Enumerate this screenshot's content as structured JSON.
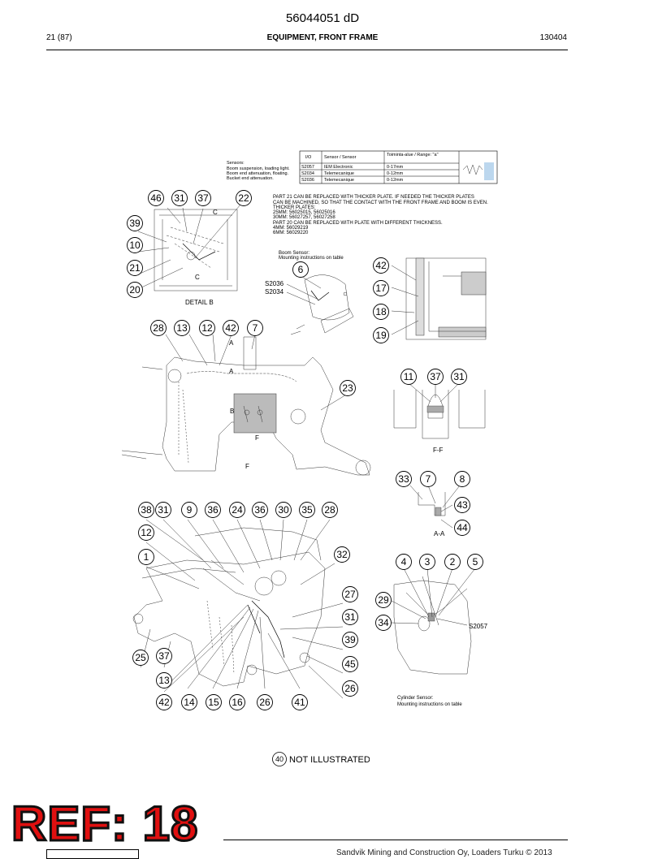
{
  "header": {
    "doc_number": "56044051 dD",
    "page_ref": "21 (87)",
    "section_title": "EQUIPMENT, FRONT FRAME",
    "date_code": "130404"
  },
  "sensor_table": {
    "sensors_note": [
      "Sensors:",
      "Boom suspension, loading light.",
      "Boom end attenuation, floating.",
      "Bucket end attenuation."
    ],
    "columns": [
      "I/O",
      "Sensor / Sensor",
      "Toiminta-alue / Range: \"a\""
    ],
    "rows": [
      [
        "S2057",
        "IEM Electronic",
        "0-17mm"
      ],
      [
        "S2034",
        "Telemecanique",
        "0-12mm"
      ],
      [
        "S2036",
        "Telemecanique",
        "0-12mm"
      ]
    ]
  },
  "notes": [
    "PART 21 CAN BE REPLACED WITH THICKER PLATE. IF NEEDED THE THICKER PLATES",
    "CAN BE MACHINED, SO THAT THE CONTACT WITH THE FRONT FRAME AND BOOM IS EVEN.",
    "THICKER PLATES:",
    "25MM: 56025015, 56025016",
    "30MM: 56027257, 56027258",
    "PART 20 CAN BE REPLACED WITH PLATE WITH DIFFERENT THICKNESS.",
    "4MM: 56029219",
    "6MM: 56029220"
  ],
  "labels": {
    "detail_b": "DETAIL B",
    "boom_sensor": [
      "Boom Sensor:",
      "Mounting instructions on table"
    ],
    "cylinder_sensor": [
      "Cylinder Sensor:",
      "Mounting instructions on table"
    ],
    "section_ff": "F-F",
    "section_aa": "A-A",
    "s2036": "S2036",
    "s2034": "S2034",
    "s2057": "S2057",
    "marker_c": "C",
    "marker_a": "A",
    "marker_b": "B",
    "marker_f": "F"
  },
  "callouts": {
    "detail_b": [
      "46",
      "31",
      "37",
      "22",
      "39",
      "10",
      "21",
      "20"
    ],
    "boom_sensor": [
      "6"
    ],
    "section_detail": [
      "42",
      "17",
      "18",
      "19"
    ],
    "frame_top": [
      "28",
      "13",
      "12",
      "42",
      "7",
      "23"
    ],
    "section_ff": [
      "11",
      "37",
      "31"
    ],
    "section_aa": [
      "33",
      "7",
      "8",
      "43",
      "44"
    ],
    "assembly_top": [
      "38",
      "31",
      "9",
      "36",
      "24",
      "36",
      "30",
      "35",
      "28"
    ],
    "assembly_left": [
      "12",
      "1",
      "25",
      "37",
      "13"
    ],
    "assembly_right": [
      "32",
      "27",
      "31",
      "39",
      "45",
      "26"
    ],
    "assembly_bottom": [
      "42",
      "14",
      "15",
      "16",
      "26",
      "41"
    ],
    "cylinder": [
      "4",
      "3",
      "2",
      "5",
      "29",
      "34"
    ]
  },
  "not_illustrated": {
    "number": "40",
    "text": "NOT ILLUSTRATED"
  },
  "stamp": "REF: 18",
  "footer": {
    "text": "Sandvik Mining and Construction Oy, Loaders Turku © 2013"
  }
}
